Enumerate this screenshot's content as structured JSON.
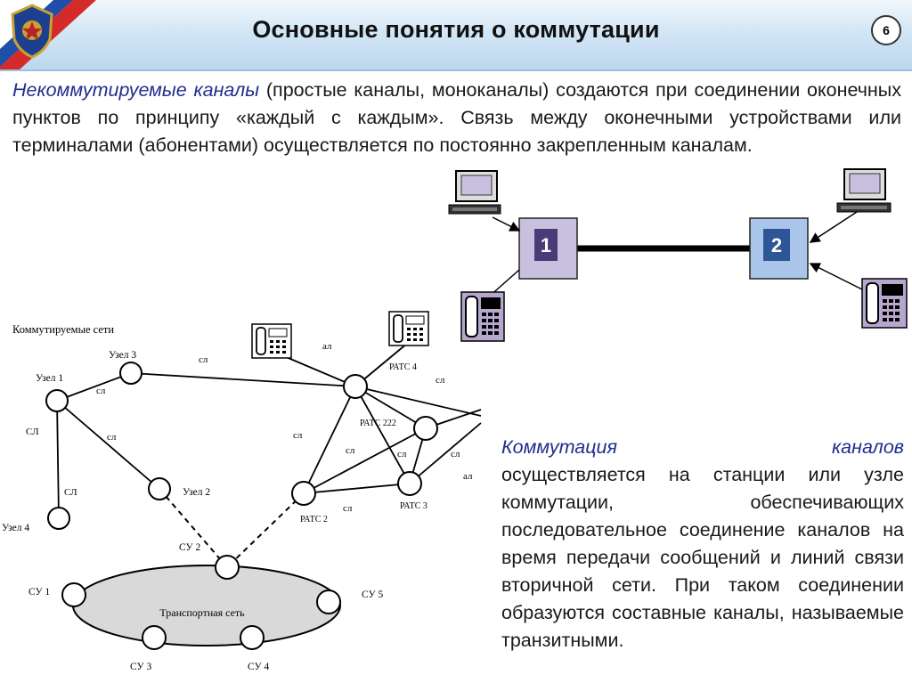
{
  "header": {
    "title": "Основные понятия о коммутации",
    "page_number": "6",
    "colors": {
      "flag_white": "#ffffff",
      "flag_blue": "#1f4fa8",
      "flag_red": "#d42a2a"
    }
  },
  "intro": {
    "term": "Некоммутируемые каналы",
    "text": " (простые каналы, моноканалы) создаются при соединении оконечных пунктов по принципу «каждый с каждым». Связь между оконечными устройствами или терминалами (абонентами) осуществляется по постоянно закрепленным каналам."
  },
  "switching": {
    "term_word1": "Коммутация",
    "term_word2": "каналов",
    "text": "осуществляется на станции или узле коммутации, обеспечивающих последовательное соединение каналов на время передачи сообщений и линий связи вторичной сети. При таком соединении образуются составные каналы, называемые транзитными."
  },
  "point_to_point": {
    "node_1": "1",
    "node_2": "2",
    "colors": {
      "node_1_fill": "#c9c0e0",
      "node_1_label_bg": "#4b3a78",
      "node_2_fill": "#a9c6ea",
      "node_2_label_bg": "#2e5597"
    }
  },
  "network": {
    "title": "Коммутируемые сети",
    "nodes": {
      "uzel1": "Узел  1",
      "uzel2": "Узел 2",
      "uzel3": "Узел 3",
      "uzel4": "Узел 4",
      "ratc2": "РАТС 2",
      "ratc3": "РАТС 3",
      "ratc4": "РАТС 4",
      "ratc222": "РАТС 222",
      "su1": "СУ 1",
      "su2": "СУ 2",
      "su3": "СУ 3",
      "su4": "СУ 4",
      "su5": "СУ 5"
    },
    "transport": "Транспортная сеть",
    "link_sl": "сл",
    "link_SL": "СЛ",
    "link_al": "ал"
  }
}
